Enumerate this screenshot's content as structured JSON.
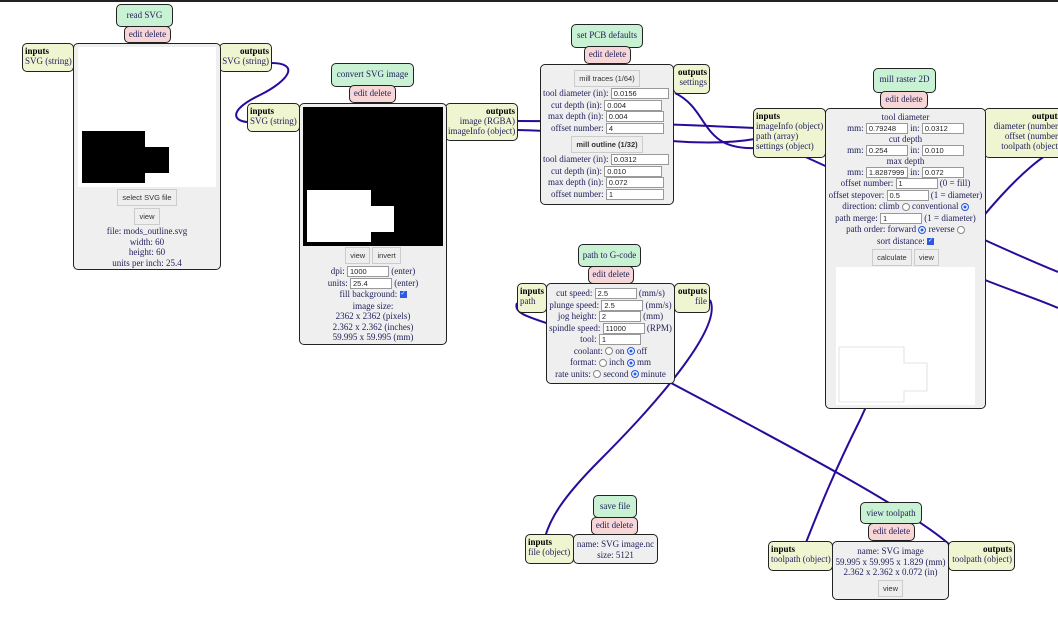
{
  "colors": {
    "wire": "#2a0a9a",
    "title_bg": "#c9f1d3",
    "edit_bg": "#f6d6d6",
    "io_bg": "#eff4d1",
    "panel_bg": "#efefef"
  },
  "common": {
    "edit_delete": "edit delete",
    "inputs": "inputs",
    "outputs": "outputs"
  },
  "read_svg": {
    "title": "read SVG",
    "inputs": [
      "SVG (string)"
    ],
    "outputs": [
      "SVG (string)"
    ],
    "select_button": "select SVG file",
    "view_button": "view",
    "file": "file: mods_outline.svg",
    "width": "width: 60",
    "height": "height: 60",
    "units": "units per inch: 25.4"
  },
  "convert_svg": {
    "title": "convert SVG image",
    "inputs": [
      "SVG (string)"
    ],
    "outputs": [
      "image (RGBA)",
      "imageInfo (object)"
    ],
    "view_button": "view",
    "invert_button": "invert",
    "dpi_label": "dpi:",
    "dpi_value": "1000",
    "dpi_enter": "(enter)",
    "units_label": "units:",
    "units_value": "25.4",
    "units_enter": "(enter)",
    "fill_label": "fill background:",
    "image_size": "image size:",
    "pixels": "2362 x 2362 (pixels)",
    "inches": "2.362 x 2.362 (inches)",
    "mm": "59.995 x 59.995 (mm)"
  },
  "pcb_defaults": {
    "title": "set PCB defaults",
    "outputs": [
      "settings"
    ],
    "traces_button": "mill traces (1/64)",
    "outline_button": "mill outline (1/32)",
    "traces": [
      {
        "label": "tool diameter (in):",
        "value": "0.0156"
      },
      {
        "label": "cut depth (in):",
        "value": "0.004"
      },
      {
        "label": "max depth (in):",
        "value": "0.004"
      },
      {
        "label": "offset number:",
        "value": "4"
      }
    ],
    "outline": [
      {
        "label": "tool diameter (in):",
        "value": "0.0312"
      },
      {
        "label": "cut depth (in):",
        "value": "0.010"
      },
      {
        "label": "max depth (in):",
        "value": "0.072"
      },
      {
        "label": "offset number:",
        "value": "1"
      }
    ]
  },
  "mill_raster": {
    "title": "mill raster 2D",
    "inputs": [
      "imageInfo (object)",
      "path (array)",
      "settings (object)"
    ],
    "outputs": [
      "diameter (number)",
      "offset (number)",
      "toolpath (object)"
    ],
    "tool_diameter": "tool diameter",
    "cut_depth": "cut depth",
    "max_depth": "max depth",
    "mm": "mm:",
    "in": "in:",
    "td_mm": "0.79248",
    "td_in": "0.0312",
    "cd_mm": "0.254",
    "cd_in": "0.010",
    "md_mm": "1.8287999",
    "md_in": "0.072",
    "offset_number_label": "offset number:",
    "offset_number": "1",
    "offset_number_hint": "(0 = fill)",
    "stepover_label": "offset stepover:",
    "stepover": "0.5",
    "stepover_hint": "(1 = diameter)",
    "direction_label": "direction: climb",
    "conventional": "conventional",
    "merge_label": "path merge:",
    "merge": "1",
    "merge_hint": "(1 = diameter)",
    "order_label": "path order: forward",
    "reverse": "reverse",
    "sort_label": "sort distance:",
    "calculate_button": "calculate",
    "view_button": "view"
  },
  "gcode": {
    "title": "path to G-code",
    "inputs": [
      "path"
    ],
    "outputs": [
      "file"
    ],
    "rows": [
      {
        "label": "cut speed:",
        "value": "2.5",
        "unit": "(mm/s)"
      },
      {
        "label": "plunge speed:",
        "value": "2.5",
        "unit": "(mm/s)"
      },
      {
        "label": "jog height:",
        "value": "2",
        "unit": "(mm)"
      },
      {
        "label": "spindle speed:",
        "value": "11000",
        "unit": "(RPM)"
      },
      {
        "label": "tool:",
        "value": "1",
        "unit": ""
      }
    ],
    "coolant_label": "coolant:",
    "coolant_on": "on",
    "coolant_off": "off",
    "format_label": "format:",
    "format_inch": "inch",
    "format_mm": "mm",
    "rate_label": "rate units:",
    "rate_second": "second",
    "rate_minute": "minute"
  },
  "save_file": {
    "title": "save file",
    "inputs": [
      "file (object)"
    ],
    "name": "name: SVG image.nc",
    "size": "size: 5121"
  },
  "view_toolpath": {
    "title": "view toolpath",
    "inputs": [
      "toolpath (object)"
    ],
    "outputs": [
      "toolpath (object)"
    ],
    "name": "name: SVG image",
    "mm": "59.995 x 59.995 x 1.829 (mm)",
    "in": "2.362 x 2.362 x 0.072 (in)",
    "view_button": "view"
  }
}
